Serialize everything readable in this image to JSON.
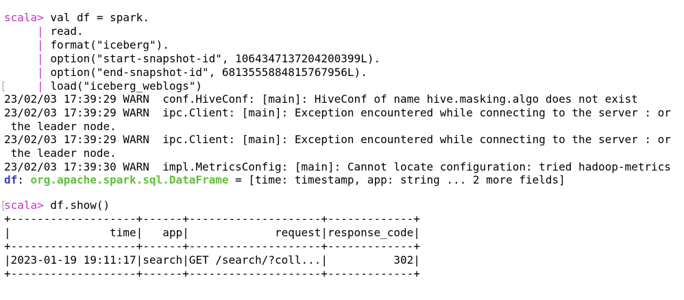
{
  "colors": {
    "prompt": "#c233c4",
    "df_name": "#3c3cc8",
    "df_type": "#5fbf3a",
    "text": "#000000",
    "background": "#ffffff"
  },
  "session": {
    "prompt": "scala>",
    "continuation": "|",
    "selection_bracket": "[",
    "cmd1": {
      "line1": " val df = spark.",
      "line2": " read.",
      "line3": " format(\"iceberg\").",
      "line4": " option(\"start-snapshot-id\", 1064347137204200399L).",
      "line5": " option(\"end-snapshot-id\", 6813555884815767956L).",
      "line6": " load(\"iceberg_weblogs\")"
    },
    "warnings": [
      "23/02/03 17:39:29 WARN  conf.HiveConf: [main]: HiveConf of name hive.masking.algo does not exist",
      "23/02/03 17:39:29 WARN  ipc.Client: [main]: Exception encountered while connecting to the server : or",
      " the leader node.",
      "23/02/03 17:39:29 WARN  ipc.Client: [main]: Exception encountered while connecting to the server : or",
      " the leader node.",
      "23/02/03 17:39:30 WARN  impl.MetricsConfig: [main]: Cannot locate configuration: tried hadoop-metrics"
    ],
    "result": {
      "name": "df",
      "colon": ": ",
      "type": "org.apache.spark.sql.DataFrame",
      "rest": " = [time: timestamp, app: string ... 2 more fields]"
    },
    "cmd2": " df.show()",
    "table": {
      "border": "+-------------------+------+--------------------+-------------+",
      "header": "|               time|   app|             request|response_code|",
      "rows": [
        "|2023-01-19 19:11:17|search|GET /search/?coll...|          302|"
      ]
    }
  }
}
